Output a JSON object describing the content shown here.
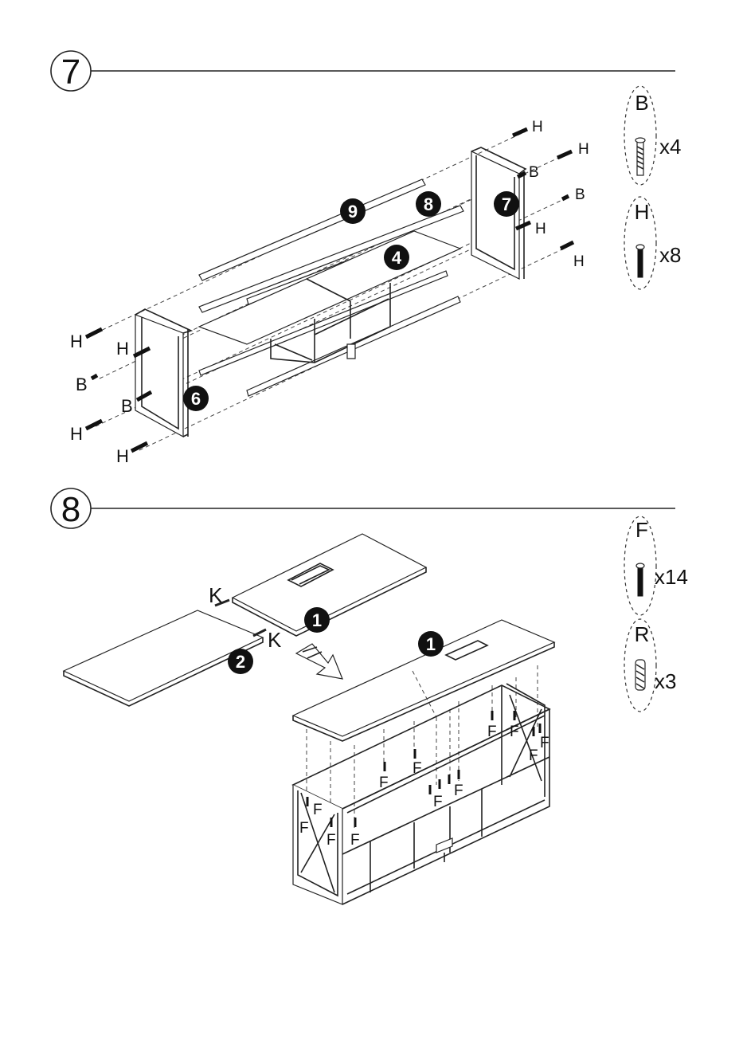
{
  "steps": [
    {
      "number": "7",
      "hardware": [
        {
          "letter": "B",
          "qty": "x4",
          "icon": "screw-icon"
        },
        {
          "letter": "H",
          "qty": "x8",
          "icon": "bolt-icon"
        }
      ],
      "part_badges": [
        "9",
        "8",
        "7",
        "4",
        "6"
      ],
      "callouts": {
        "H": "H",
        "B": "B"
      }
    },
    {
      "number": "8",
      "hardware": [
        {
          "letter": "F",
          "qty": "x14",
          "icon": "screw-icon"
        },
        {
          "letter": "R",
          "qty": "x3",
          "icon": "dowel-icon"
        }
      ],
      "part_badges": [
        "1",
        "2",
        "1"
      ],
      "callouts": {
        "K": "K",
        "F": "F"
      }
    }
  ],
  "colors": {
    "line": "#222222",
    "badge": "#111111",
    "background": "#ffffff"
  }
}
